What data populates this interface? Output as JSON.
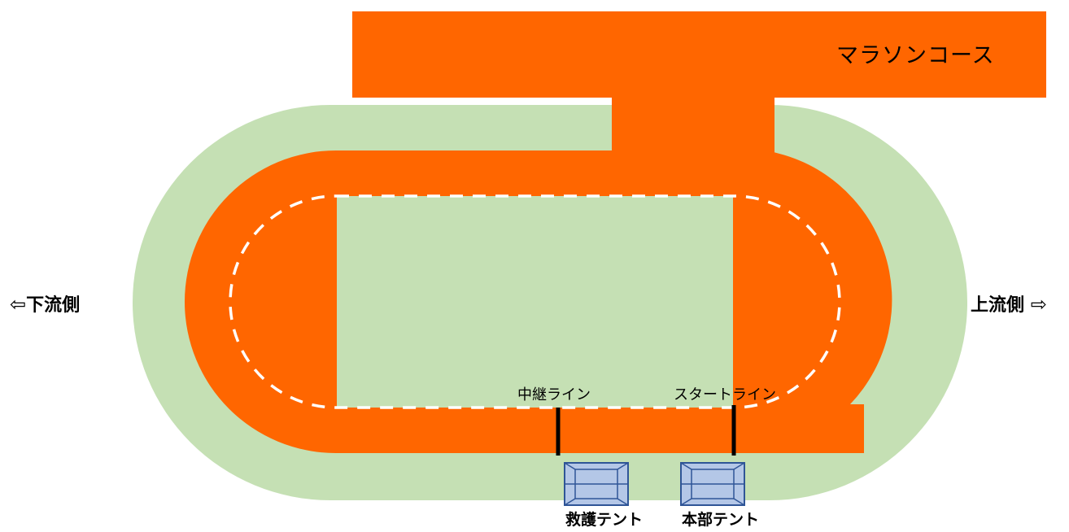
{
  "colors": {
    "field_green": "#c5e0b4",
    "track_orange": "#ff6600",
    "tent_fill": "#b4c7e7",
    "tent_stroke": "#2f5597",
    "line_black": "#000000",
    "dash_white": "#ffffff"
  },
  "labels": {
    "marathon_course": "マラソンコース",
    "downstream": "下流側",
    "upstream": "上流側",
    "relay_line": "中継ライン",
    "start_line": "スタートライン",
    "aid_tent": "救護テント",
    "hq_tent": "本部テント"
  },
  "icons": {
    "left_arrow": "⇦",
    "right_arrow": "⇨"
  }
}
